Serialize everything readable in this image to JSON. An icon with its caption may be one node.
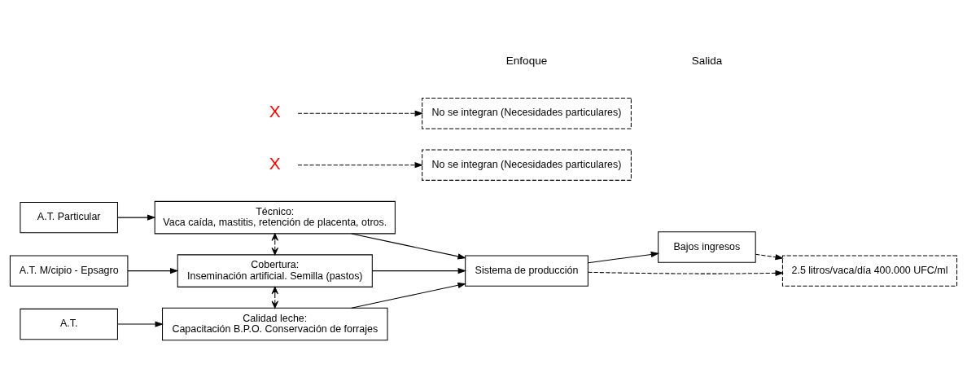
{
  "diagram": {
    "nodes": [
      {
        "text": [
          "A.T. Particular"
        ]
      },
      {
        "text": [
          "Técnico:",
          "Vaca caída, mastitis, retención de placenta, otros."
        ]
      },
      {
        "text": [
          "X"
        ]
      },
      {
        "text": [
          "No se integran (Necesidades particulares)"
        ]
      },
      {
        "text": [
          "A.T. M/cipio - Epsagro"
        ]
      },
      {
        "text": [
          "Cobertura:",
          "Inseminación artificial. Semilla (pastos)"
        ]
      },
      {
        "text": [
          "Sistema de producción"
        ]
      },
      {
        "text": [
          "Bajos ingresos"
        ]
      },
      {
        "text": [
          "X"
        ]
      },
      {
        "text": [
          "No se integran (Necesidades particulares)"
        ]
      },
      {
        "text": [
          "A.T."
        ]
      },
      {
        "text": [
          "Calidad leche:",
          "Capacitación B.P.O. Conservación de forrajes"
        ]
      },
      {
        "text": [
          "2.5 litros/vaca/día 400.000 UFC/ml"
        ]
      }
    ],
    "edges": [
      {
        "from": 0,
        "to": 1,
        "arrow": "to"
      },
      {
        "from": 1,
        "to": 6,
        "arrow": "to"
      },
      {
        "from": 1,
        "to": 5,
        "arrow": "both",
        "style": "dashed"
      },
      {
        "from": 2,
        "to": 3,
        "arrow": "to",
        "style": "dashed"
      },
      {
        "from": 4,
        "to": 5,
        "arrow": "to"
      },
      {
        "from": 5,
        "to": 6,
        "arrow": "to"
      },
      {
        "from": 6,
        "to": 7,
        "arrow": "to"
      },
      {
        "from": 5,
        "to": 11,
        "arrow": "both",
        "style": "dashed"
      },
      {
        "from": 8,
        "to": 9,
        "arrow": "to",
        "style": "dashed"
      },
      {
        "from": 10,
        "to": 11,
        "arrow": "to"
      },
      {
        "from": 11,
        "to": 6,
        "arrow": "to"
      },
      {
        "from": 7,
        "to": 12,
        "arrow": "to",
        "style": "dashed"
      },
      {
        "from": 6,
        "to": 12,
        "arrow": "to",
        "style": "dashed"
      }
    ],
    "labels": [
      "Enfoque",
      "Salida"
    ]
  }
}
